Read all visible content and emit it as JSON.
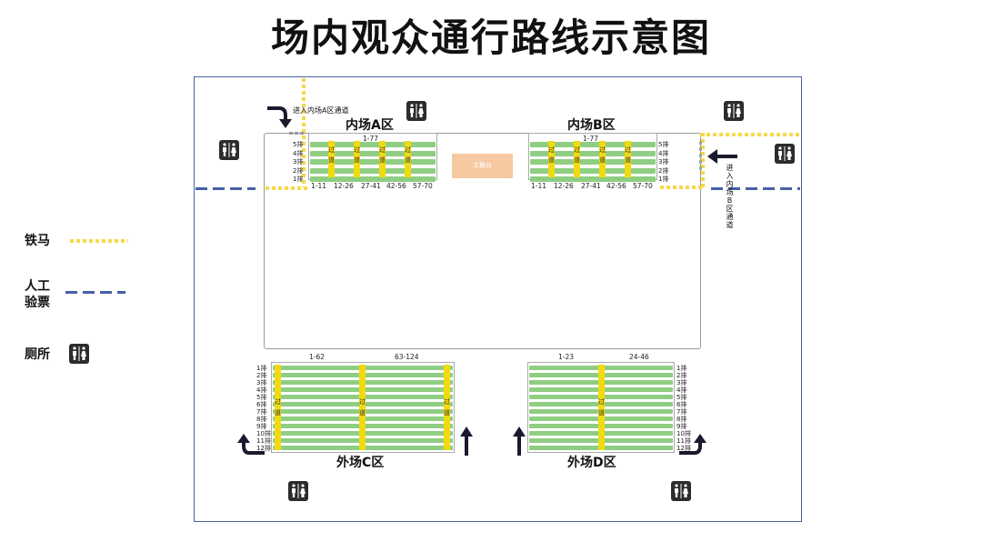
{
  "title": "场内观众通行路线示意图",
  "legend": {
    "barrier_label": "铁马",
    "ticket_label_line1": "人工",
    "ticket_label_line2": "验票",
    "toilet_label": "厕所"
  },
  "colors": {
    "frame": "#4a5fa3",
    "barrier": "#f7d84a",
    "ticket_check": "#4660a8",
    "seat_row": "#8fce82",
    "aisle": "#f2da12",
    "stage": "#f6c9a3",
    "icon_bg": "#2c2c2c"
  },
  "icons": {
    "toilet": "toilet-icon",
    "entry_arrow": "curved-arrow-icon",
    "exit_arrow": "up-arrow-icon"
  },
  "stage": {
    "label": "主舞台"
  },
  "gates": {
    "a_entrance": "进入内场A区通道",
    "b_entrance": "进入内场B区通道"
  },
  "aisle_label": {
    "top": "过",
    "bottom": "道"
  },
  "zones": {
    "a": {
      "title": "内场A区",
      "top_range": "1-77",
      "rows": [
        "5排",
        "4排",
        "3排",
        "2排",
        "1排"
      ],
      "bottom_ranges": [
        "1-11",
        "12-26",
        "27-41",
        "42-56",
        "57-70"
      ]
    },
    "b": {
      "title": "内场B区",
      "top_range": "1-77",
      "rows": [
        "5排",
        "4排",
        "3排",
        "2排",
        "1排"
      ],
      "bottom_ranges": [
        "1-11",
        "12-26",
        "27-41",
        "42-56",
        "57-70"
      ]
    },
    "c": {
      "title": "外场C区",
      "top_ranges": [
        "1-62",
        "63-124"
      ],
      "rows": [
        "1排",
        "2排",
        "3排",
        "4排",
        "5排",
        "6排",
        "7排",
        "8排",
        "9排",
        "10排",
        "11排",
        "12排"
      ]
    },
    "d": {
      "title": "外场D区",
      "top_ranges": [
        "1-23",
        "24-46"
      ],
      "rows": [
        "1排",
        "2排",
        "3排",
        "4排",
        "5排",
        "6排",
        "7排",
        "8排",
        "9排",
        "10排",
        "11排",
        "12排"
      ]
    }
  }
}
